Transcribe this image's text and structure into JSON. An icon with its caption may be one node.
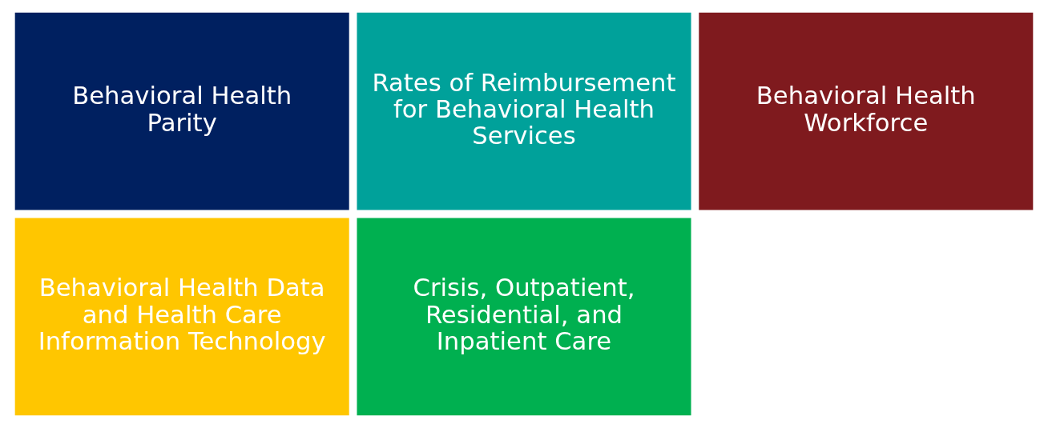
{
  "diagram": {
    "nodes": [
      {
        "text": [
          "Behavioral Health Parity"
        ]
      },
      {
        "text": [
          "Rates of Reimbursement for Behavioral Health Services"
        ]
      },
      {
        "text": [
          "Behavioral Health Workforce"
        ]
      },
      {
        "text": [
          "Behavioral Health Data and Health Care Information Technology"
        ]
      },
      {
        "text": [
          "Crisis, Outpatient, Residential, and Inpatient Care"
        ]
      }
    ]
  }
}
